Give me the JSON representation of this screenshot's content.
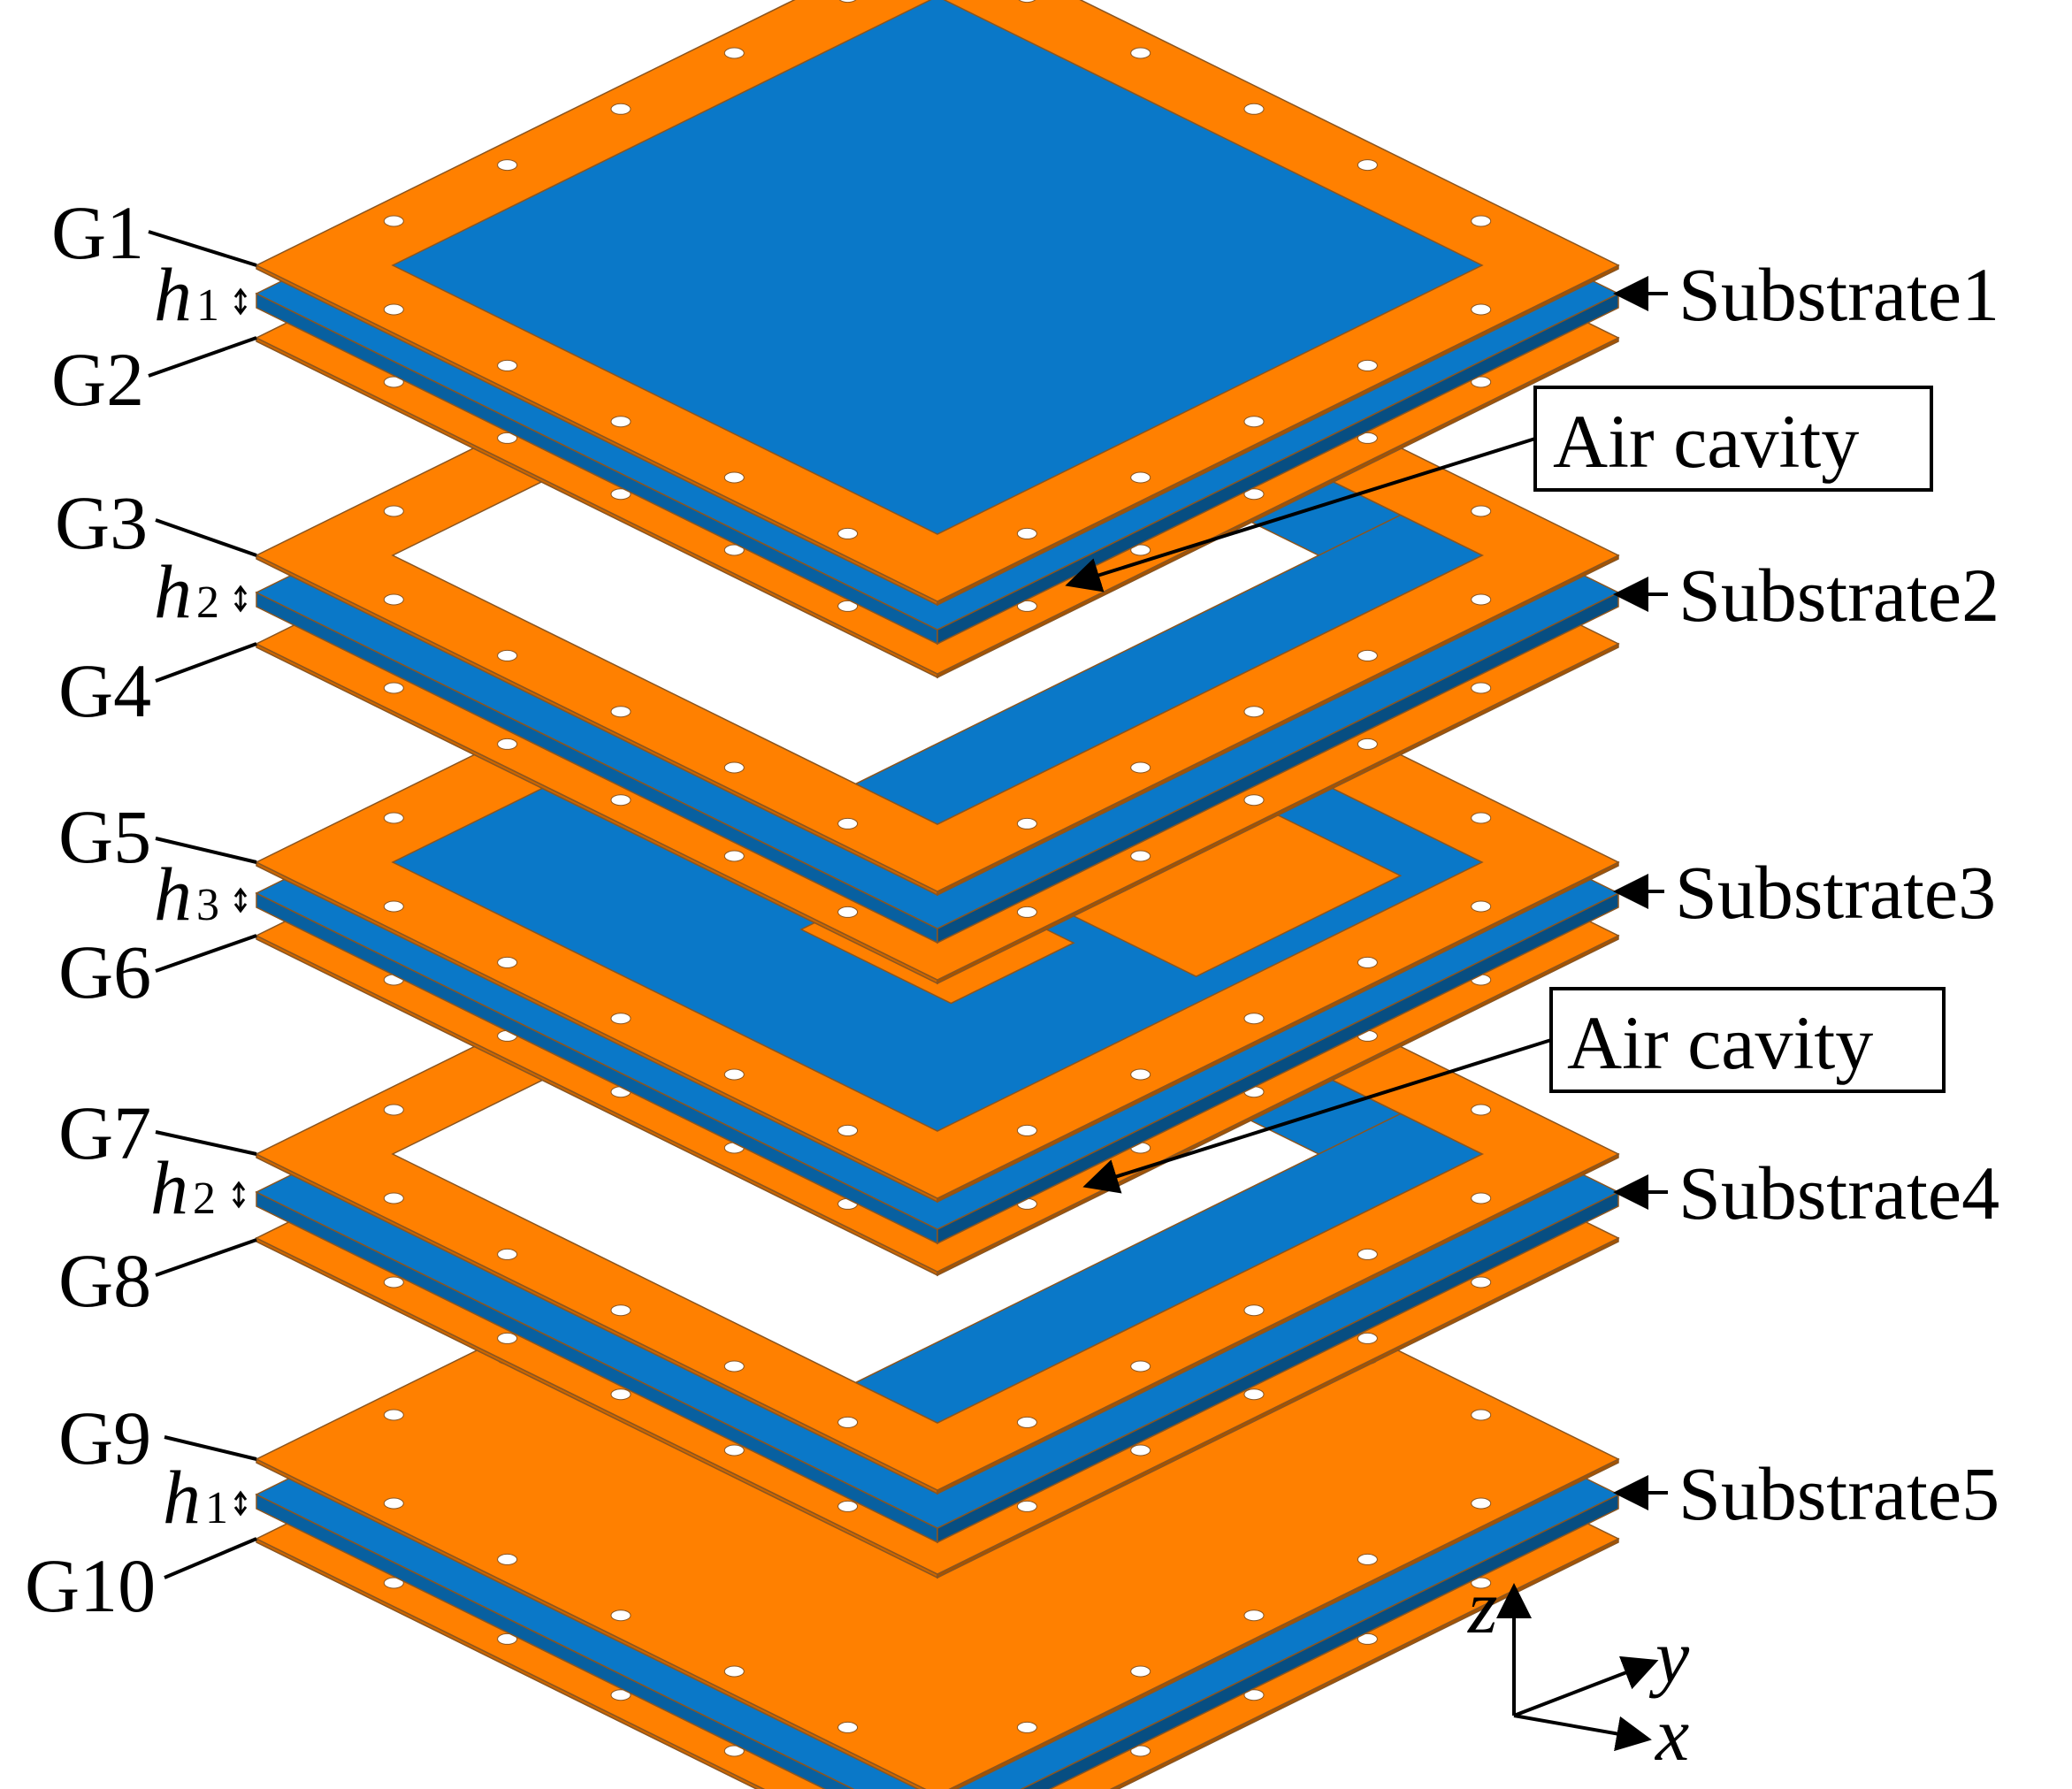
{
  "colors": {
    "copper": "#FF8000",
    "substrate": "#0A78C8",
    "outline": "#8A5520",
    "hole": "#ffffff"
  },
  "labels": {
    "g1": "G1",
    "g2": "G2",
    "g3": "G3",
    "g4": "G4",
    "g5": "G5",
    "g6": "G6",
    "g7": "G7",
    "g8": "G8",
    "g9": "G9",
    "g10": "G10",
    "h_main": "h",
    "h1_sub": "1",
    "h2_sub": "2",
    "h3_sub": "3",
    "h2b_sub": "2",
    "h1b_sub": "1",
    "substrate1": "Substrate1",
    "substrate2": "Substrate2",
    "substrate3": "Substrate3",
    "substrate4": "Substrate4",
    "substrate5": "Substrate5",
    "air_cavity_1": "Air cavity",
    "air_cavity_2": "Air cavity",
    "axis_z": "z",
    "axis_y": "y",
    "axis_x": "x"
  }
}
